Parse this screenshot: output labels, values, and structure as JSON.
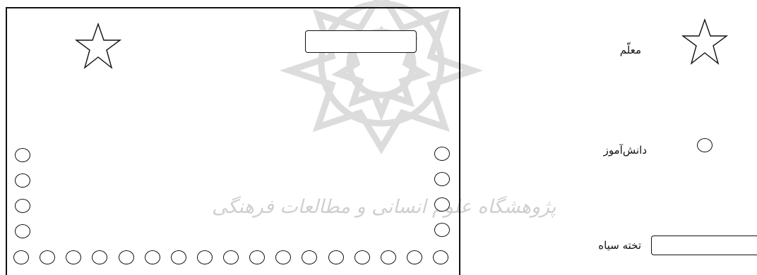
{
  "legend": {
    "teacher_label": "معلّم",
    "student_label": "دانش‌آموز",
    "board_label": "تخته سیاه"
  },
  "watermark": {
    "text": "پژوهشگاه علوم انسانی و مطالعات فرهنگی"
  },
  "icons": {
    "teacher": "star-icon",
    "student": "circle-icon",
    "board": "rounded-rectangle"
  },
  "layout_summary": {
    "left_column_seats": 5,
    "right_column_seats": 5,
    "bottom_row_seats": 17
  },
  "colors": {
    "stroke": "#111111",
    "watermark": "#cfcfcf"
  }
}
